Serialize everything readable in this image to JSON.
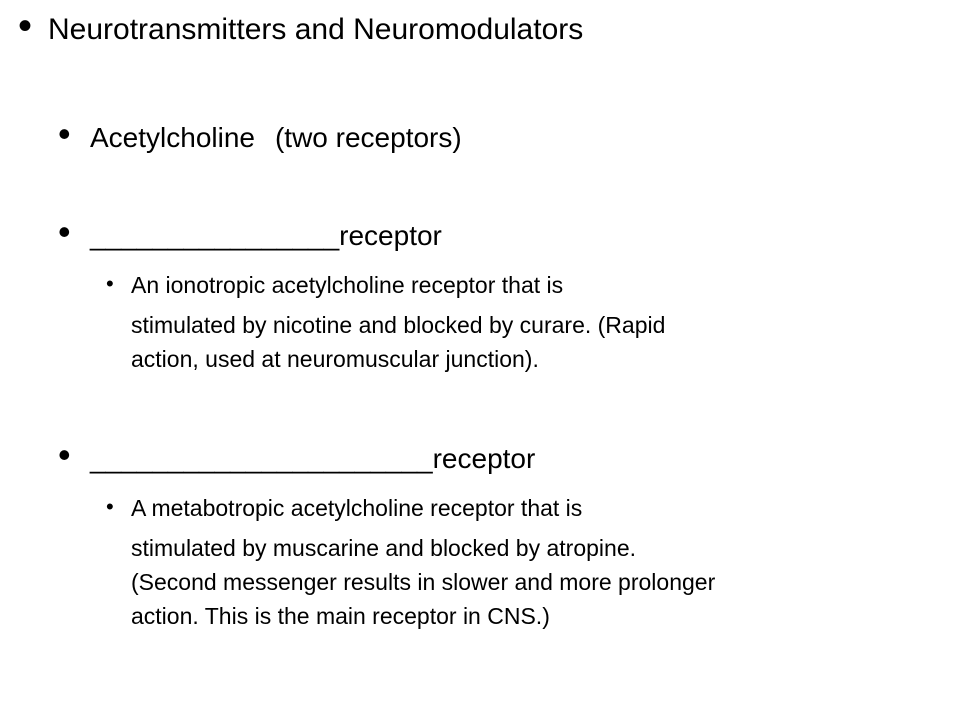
{
  "slide": {
    "title": "Neurotransmitters and Neuromodulators",
    "item1": {
      "label": "Acetylcholine",
      "note": "(two receptors)"
    },
    "item2": {
      "blank": "________________",
      "suffix": "receptor",
      "sub_first": "An ionotropic acetylcholine receptor that is",
      "sub_lines": [
        "stimulated by nicotine and blocked by curare.  (Rapid",
        "action, used at neuromuscular junction)."
      ]
    },
    "item3": {
      "blank": "______________________",
      "suffix": "receptor",
      "sub_first": "A metabotropic acetylcholine receptor that is",
      "sub_lines": [
        "stimulated by muscarine and blocked by atropine.",
        "(Second messenger results in slower and more prolonger",
        "action.  This is the main receptor in CNS.)"
      ]
    },
    "bullet_char": "•"
  }
}
